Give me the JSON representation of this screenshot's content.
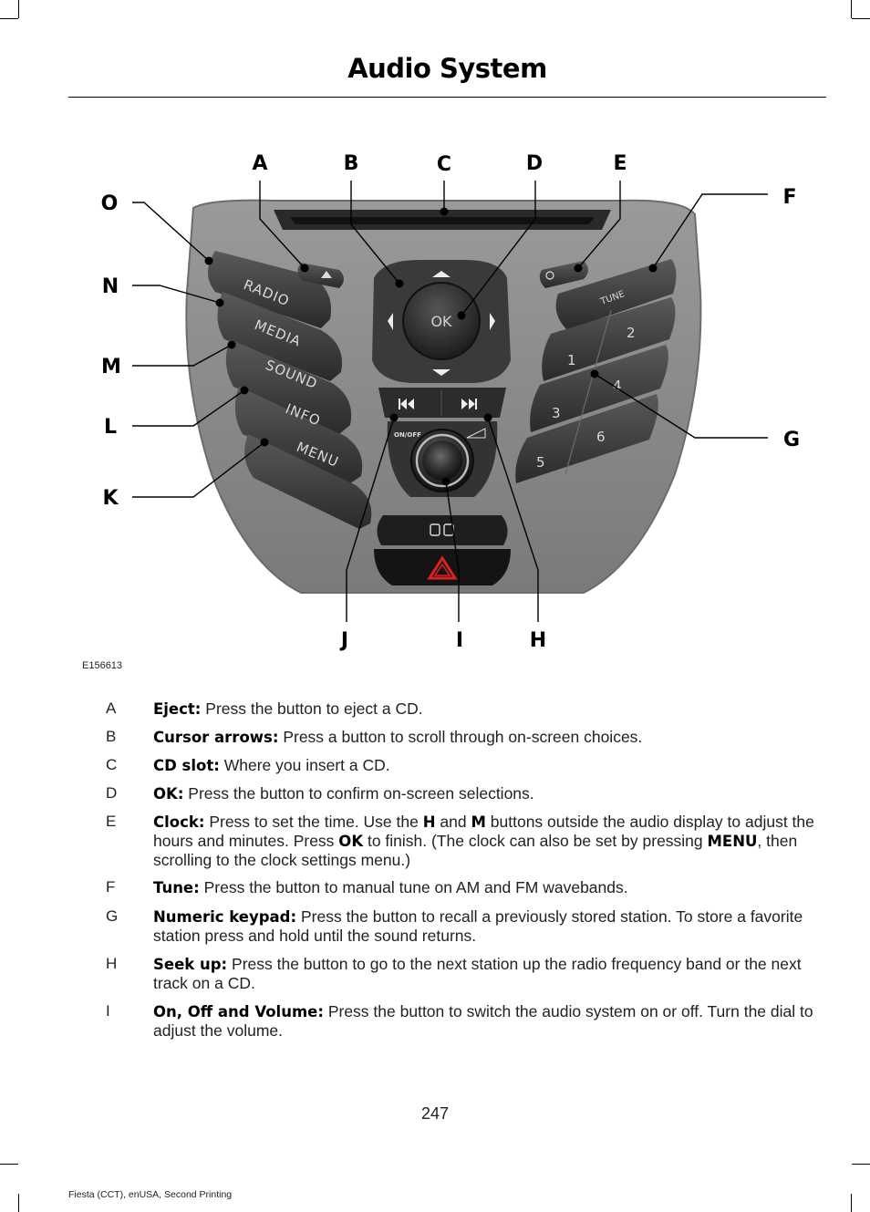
{
  "page": {
    "title": "Audio System",
    "figure_id": "E156613",
    "page_number": "247",
    "footer": "Fiesta (CCT), enUSA, Second Printing"
  },
  "figure": {
    "callouts": [
      "A",
      "B",
      "C",
      "D",
      "E",
      "F",
      "G",
      "H",
      "I",
      "J",
      "K",
      "L",
      "M",
      "N",
      "O"
    ],
    "panel_labels": {
      "radio": "RADIO",
      "media": "MEDIA",
      "sound": "SOUND",
      "info": "INFO",
      "menu": "MENU",
      "ok": "OK",
      "tune": "TUNE",
      "on_off": "ON/OFF",
      "keys": [
        "1",
        "2",
        "3",
        "4",
        "5",
        "6"
      ]
    }
  },
  "legend": [
    {
      "letter": "A",
      "term": "Eject:",
      "text": "Press the button to eject a CD."
    },
    {
      "letter": "B",
      "term": "Cursor arrows:",
      "text": "Press a button to scroll through on-screen choices."
    },
    {
      "letter": "C",
      "term": "CD slot:",
      "text": "Where you insert a CD."
    },
    {
      "letter": "D",
      "term": "OK:",
      "text": "Press the button to confirm on-screen selections."
    },
    {
      "letter": "E",
      "term": "Clock:",
      "parts": [
        {
          "t": " Press to set the time. Use the "
        },
        {
          "b": "H"
        },
        {
          "t": " and "
        },
        {
          "b": "M"
        },
        {
          "t": " buttons outside the audio display to adjust the hours and minutes. Press "
        },
        {
          "b": "OK"
        },
        {
          "t": " to finish. (The clock can also be set by pressing "
        },
        {
          "b": "MENU"
        },
        {
          "t": ", then scrolling to the clock settings menu.)"
        }
      ]
    },
    {
      "letter": "F",
      "term": "Tune:",
      "text": "Press the button to manual tune on AM and FM wavebands."
    },
    {
      "letter": "G",
      "term": "Numeric keypad:",
      "text": "Press the button to recall a previously stored station. To store a favorite station press and hold until the sound returns."
    },
    {
      "letter": "H",
      "term": "Seek up:",
      "text": "Press the button to go to the next station up the radio frequency band or the next track on a CD."
    },
    {
      "letter": "I",
      "term": "On, Off and Volume:",
      "text": "Press the button to switch the audio system on or off. Turn the dial to adjust the volume."
    }
  ]
}
